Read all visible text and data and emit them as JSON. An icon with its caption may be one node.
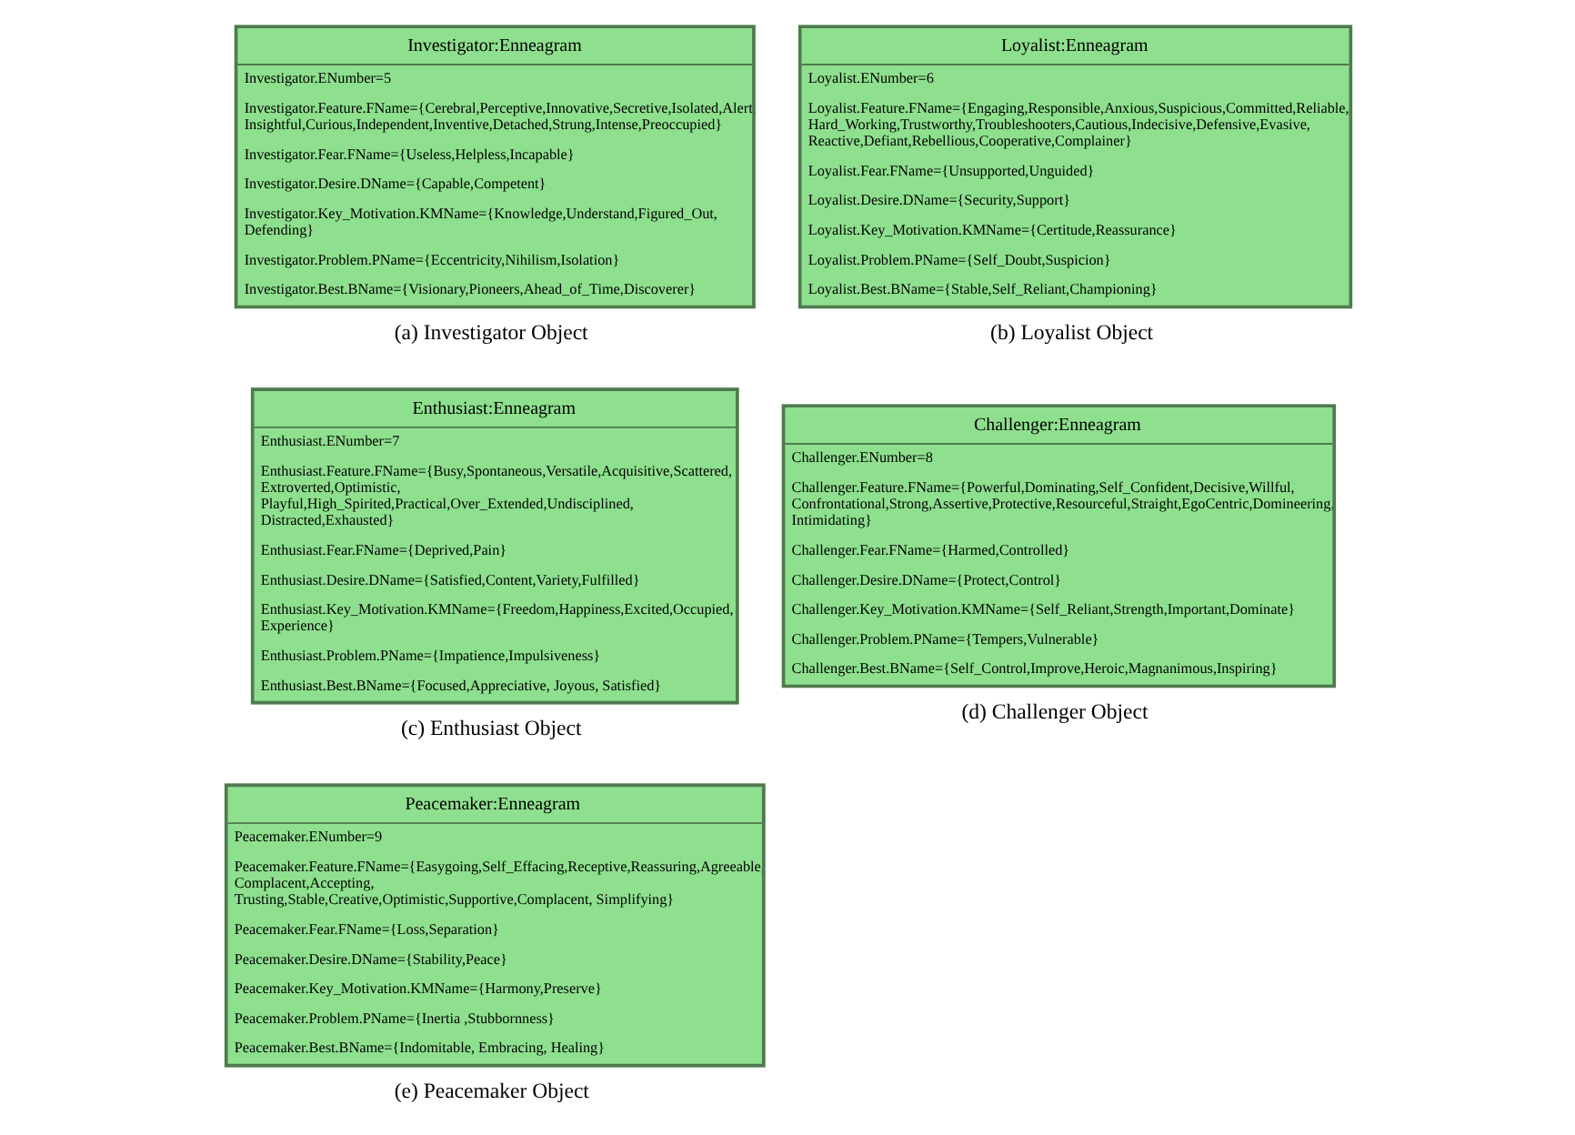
{
  "diagram": {
    "nodes": [
      {
        "text": [
          "Investigator:Enneagram",
          "Investigator.ENumber=5",
          "Investigator.Feature.FName={Cerebral,Perceptive,Innovative,Secretive,Isolated,Alert, Insightful,Curious,Independent,Inventive,Detached,Strung,Intense,Preoccupied}",
          "Investigator.Fear.FName={Useless,Helpless,Incapable}",
          "Investigator.Desire.DName={Capable,Competent}",
          "Investigator.Key_Motivation.KMName={Knowledge,Understand,Figured_Out, Defending}",
          "Investigator.Problem.PName={Eccentricity,Nihilism,Isolation}",
          "Investigator.Best.BName={Visionary,Pioneers,Ahead_of_Time,Discoverer}"
        ],
        "beside": [
          "(a) Investigator Object"
        ]
      },
      {
        "text": [
          "Loyalist:Enneagram",
          "Loyalist.ENumber=6",
          "Loyalist.Feature.FName={Engaging,Responsible,Anxious,Suspicious,Committed,Reliable, Hard_Working,Trustworthy,Troubleshooters,Cautious,Indecisive,Defensive,Evasive, Reactive,Defiant,Rebellious,Cooperative,Complainer}",
          "Loyalist.Fear.FName={Unsupported,Unguided}",
          "Loyalist.Desire.DName={Security,Support}",
          "Loyalist.Key_Motivation.KMName={Certitude,Reassurance}",
          "Loyalist.Problem.PName={Self_Doubt,Suspicion}",
          "Loyalist.Best.BName={Stable,Self_Reliant,Championing}"
        ],
        "beside": [
          "(b) Loyalist Object"
        ]
      },
      {
        "text": [
          "Enthusiast:Enneagram",
          "Enthusiast.ENumber=7",
          "Enthusiast.Feature.FName={Busy,Spontaneous,Versatile,Acquisitive,Scattered, Extroverted,Optimistic, Playful,High_Spirited,Practical,Over_Extended,Undisciplined, Distracted,Exhausted}",
          "Enthusiast.Fear.FName={Deprived,Pain}",
          "Enthusiast.Desire.DName={Satisfied,Content,Variety,Fulfilled}",
          "Enthusiast.Key_Motivation.KMName={Freedom,Happiness,Excited,Occupied, Experience}",
          "Enthusiast.Problem.PName={Impatience,Impulsiveness}",
          "Enthusiast.Best.BName={Focused,Appreciative, Joyous, Satisfied}"
        ],
        "beside": [
          "(c) Enthusiast Object"
        ]
      },
      {
        "text": [
          "Challenger:Enneagram",
          "Challenger.ENumber=8",
          "Challenger.Feature.FName={Powerful,Dominating,Self_Confident,Decisive,Willful, Confrontational,Strong,Assertive,Protective,Resourceful,Straight,EgoCentric,Domineering, Intimidating}",
          "Challenger.Fear.FName={Harmed,Controlled}",
          "Challenger.Desire.DName={Protect,Control}",
          "Challenger.Key_Motivation.KMName={Self_Reliant,Strength,Important,Dominate}",
          "Challenger.Problem.PName={Tempers,Vulnerable}",
          "Challenger.Best.BName={Self_Control,Improve,Heroic,Magnanimous,Inspiring}"
        ],
        "beside": [
          "(d) Challenger Object"
        ]
      },
      {
        "text": [
          "Peacemaker:Enneagram",
          "Peacemaker.ENumber=9",
          "Peacemaker.Feature.FName={Easygoing,Self_Effacing,Receptive,Reassuring,Agreeable, Complacent,Accepting, Trusting,Stable,Creative,Optimistic,Supportive,Complacent, Simplifying}",
          "Peacemaker.Fear.FName={Loss,Separation}",
          "Peacemaker.Desire.DName={Stability,Peace}",
          "Peacemaker.Key_Motivation.KMName={Harmony,Preserve}",
          "Peacemaker.Problem.PName={Inertia ,Stubbornness}",
          "Peacemaker.Best.BName={Indomitable, Embracing, Healing}"
        ],
        "beside": [
          "(e) Peacemaker Object"
        ]
      }
    ]
  }
}
